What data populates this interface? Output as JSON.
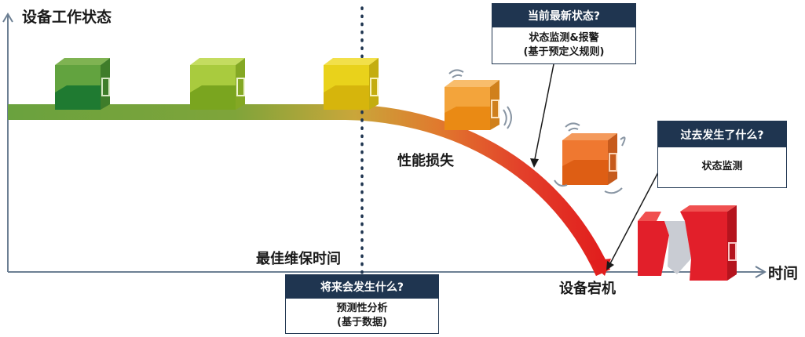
{
  "axes": {
    "y_label": "设备工作状态",
    "x_label": "时间"
  },
  "labels": {
    "performance_loss": "性能损失",
    "optimal_maintenance": "最佳维保时间",
    "equipment_down": "设备宕机"
  },
  "callouts": {
    "future": {
      "title": "将来会发生什么?",
      "line1": "预测性分析",
      "line2": "(基于数据)"
    },
    "current": {
      "title": "当前最新状态?",
      "line1": "状态监测&报警",
      "line2": "(基于预定义规则)"
    },
    "past": {
      "title": "过去发生了什么?",
      "line1": "状态监测"
    }
  },
  "colors": {
    "navy": "#1f3550",
    "green": "#5e9e3c",
    "yellow_green": "#9fc33a",
    "yellow": "#e7cf17",
    "orange_light": "#f4a23b",
    "orange": "#ee7630",
    "red": "#e02323"
  }
}
